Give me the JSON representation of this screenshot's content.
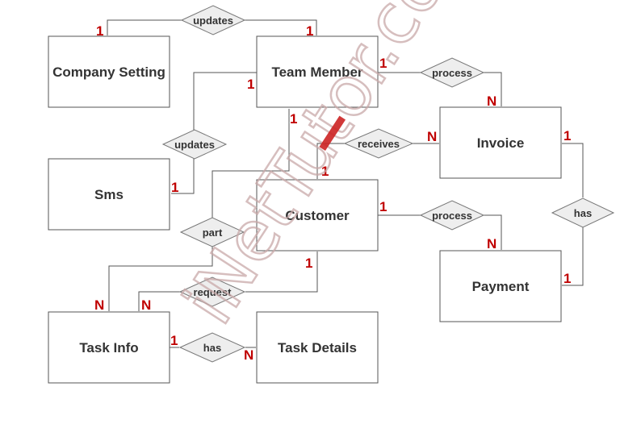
{
  "entities": {
    "company_setting": "Company Setting",
    "team_member": "Team Member",
    "invoice": "Invoice",
    "sms": "Sms",
    "customer": "Customer",
    "payment": "Payment",
    "task_info": "Task Info",
    "task_details": "Task Details"
  },
  "relationships": {
    "updates_top": "updates",
    "updates_left": "updates",
    "process_invoice": "process",
    "receives": "receives",
    "process_payment": "process",
    "has_right": "has",
    "part": "part",
    "request": "request",
    "has_bottom": "has"
  },
  "cardinalities": {
    "company_setting_updates": "1",
    "team_member_updates": "1",
    "team_member_process": "1",
    "invoice_process": "N",
    "team_member_sms": "1",
    "team_member_part": "1",
    "sms_updates": "1",
    "invoice_receives": "N",
    "customer_receives": "1",
    "invoice_has": "1",
    "customer_process": "1",
    "payment_process": "N",
    "payment_has": "1",
    "customer_request": "1",
    "task_info_part": "N",
    "task_info_request": "N",
    "task_info_has": "1",
    "task_details_has": "N"
  },
  "watermark": {
    "text": "iNetTutor.com",
    "color": "#c00000"
  }
}
